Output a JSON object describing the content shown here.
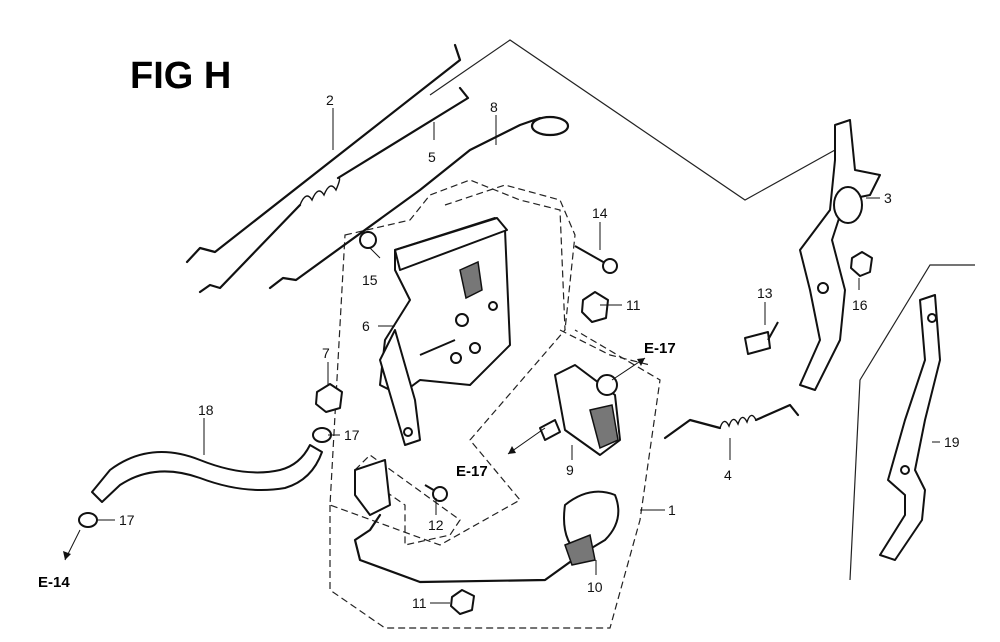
{
  "figure": {
    "title": "FIG H"
  },
  "callouts": {
    "c1": "1",
    "c2": "2",
    "c3": "3",
    "c4": "4",
    "c5": "5",
    "c6": "6",
    "c7": "7",
    "c8": "8",
    "c9": "9",
    "c10": "10",
    "c11a": "11",
    "c11b": "11",
    "c12": "12",
    "c13": "13",
    "c14": "14",
    "c15": "15",
    "c16": "16",
    "c17a": "17",
    "c17b": "17",
    "c18": "18",
    "c19": "19"
  },
  "references": {
    "e17_top": "E-17",
    "e17_mid": "E-17",
    "e14": "E-14"
  }
}
